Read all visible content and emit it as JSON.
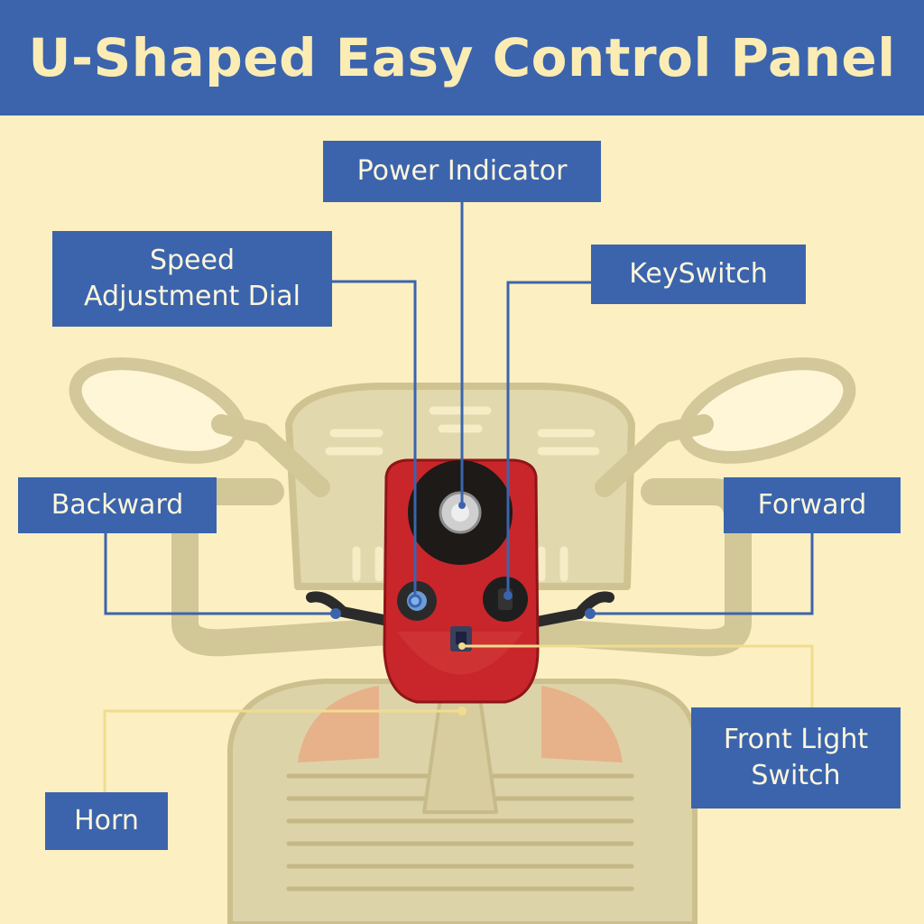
{
  "title": "U-Shaped Easy Control Panel",
  "labels": {
    "power_indicator": "Power Indicator",
    "speed_line1": "Speed",
    "speed_line2": "Adjustment Dial",
    "keyswitch": "KeySwitch",
    "backward": "Backward",
    "forward": "Forward",
    "front_light_line1": "Front Light",
    "front_light_line2": "Switch",
    "horn": "Horn"
  },
  "colors": {
    "background": "#fcefc2",
    "header": "#3b64ad",
    "header_text": "#fbecb4",
    "label_fill": "#3b64ad",
    "label_text": "#fdf6dc",
    "blue_leader": "#3b64ad",
    "gold_leader": "#f1dc8e",
    "panel_red": "#c8262a",
    "faded_scooter": "#d6cb9d"
  },
  "icons": [
    "mirror-icon",
    "handlebar-icon",
    "basket-icon",
    "control-panel-icon",
    "dial-icon",
    "key-icon",
    "switch-icon",
    "lever-icon"
  ]
}
